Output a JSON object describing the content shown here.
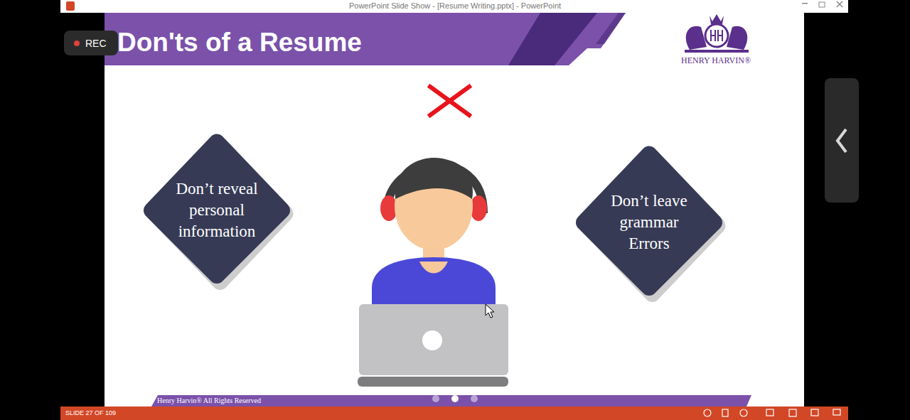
{
  "diagram": {
    "title": "Don'ts of a Resume",
    "nodes": [
      {
        "text": [
          "Don’t reveal personal information"
        ]
      },
      {
        "text": [
          "Don’t leave grammar Errors"
        ]
      }
    ],
    "labels": [
      "PowerPoint Slide Show - [Resume Writing.pptx] - PowerPoint",
      "REC",
      "HENRY HARVIN®",
      "Henry Harvin® All Rights Reserved",
      "SLIDE 27 OF 109"
    ]
  }
}
